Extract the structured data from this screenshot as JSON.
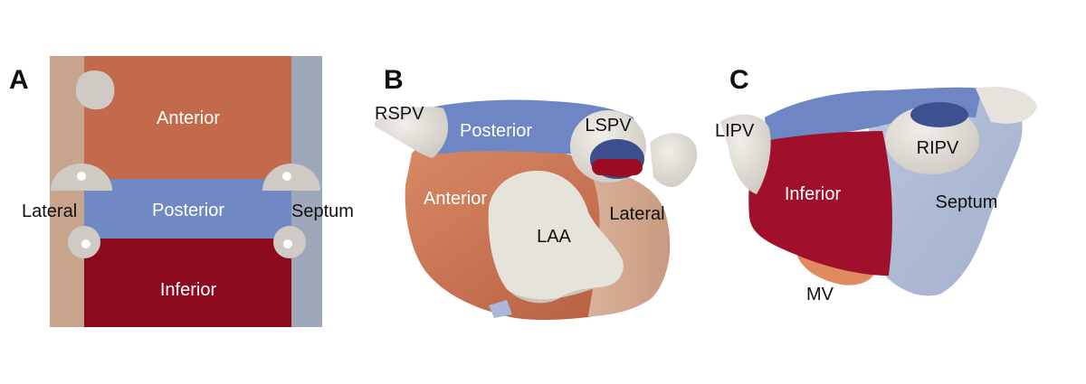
{
  "colors": {
    "anterior": "#c46a4c",
    "posterior": "#6f86c4",
    "inferior": "#8c0a1d",
    "lateral": "#c9a58c",
    "septum": "#9ca6b8",
    "vein": "#d7d3cc",
    "laa": "#e6e3da"
  },
  "panels": {
    "a": {
      "letter": "A",
      "anterior": "Anterior",
      "posterior": "Posterior",
      "inferior": "Inferior",
      "lateral": "Lateral",
      "septum": "Septum"
    },
    "b": {
      "letter": "B",
      "rspv": "RSPV",
      "posterior": "Posterior",
      "lspv": "LSPV",
      "anterior": "Anterior",
      "lateral": "Lateral",
      "laa": "LAA"
    },
    "c": {
      "letter": "C",
      "lipv": "LIPV",
      "ripv": "RIPV",
      "inferior": "Inferior",
      "septum": "Septum",
      "mv": "MV"
    }
  }
}
